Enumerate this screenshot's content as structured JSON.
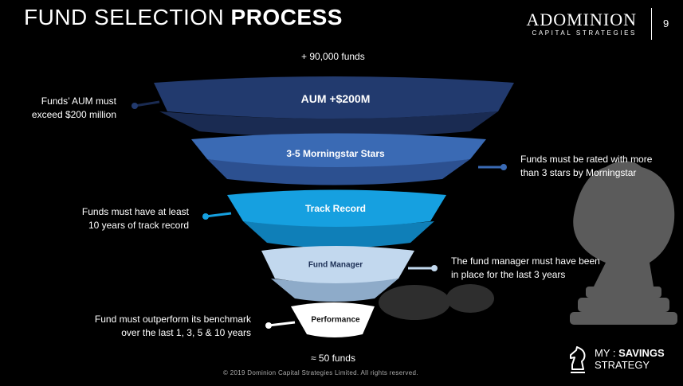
{
  "header": {
    "title_regular": "FUND SELECTION ",
    "title_bold": "PROCESS",
    "logo_main": "ADOMINION",
    "logo_sub": "CAPITAL STRATEGIES",
    "page_number": "9"
  },
  "funnel": {
    "top_note": "+ 90,000 funds",
    "bottom_note": "≈ 50 funds",
    "stages": [
      {
        "label": "AUM +$200M",
        "color": "#223a6e"
      },
      {
        "label": "3-5 Morningstar Stars",
        "color": "#3a6ab4"
      },
      {
        "label": "Track Record",
        "color": "#16a0e0"
      },
      {
        "label": "Fund Manager",
        "color": "#c2d8ee"
      },
      {
        "label": "Performance",
        "color": "#ffffff"
      }
    ]
  },
  "criteria": {
    "aum": [
      "Funds’ AUM must",
      "exceed $200 million"
    ],
    "morningstar": [
      "Funds must be rated with more",
      "than 3 stars by Morningstar"
    ],
    "track_record": [
      "Funds must have at least",
      "10 years of track record"
    ],
    "fund_manager": [
      "The fund manager must have been",
      "in place for the last 3 years"
    ],
    "performance": [
      "Fund must outperform its benchmark",
      "over the last 1, 3, 5 & 10 years"
    ]
  },
  "footer": {
    "copyright": "© 2019 Dominion Capital Strategies Limited.  All rights reserved.",
    "brand_line1_regular": "MY : ",
    "brand_line1_bold": "SAVINGS",
    "brand_line2": "STRATEGY"
  }
}
